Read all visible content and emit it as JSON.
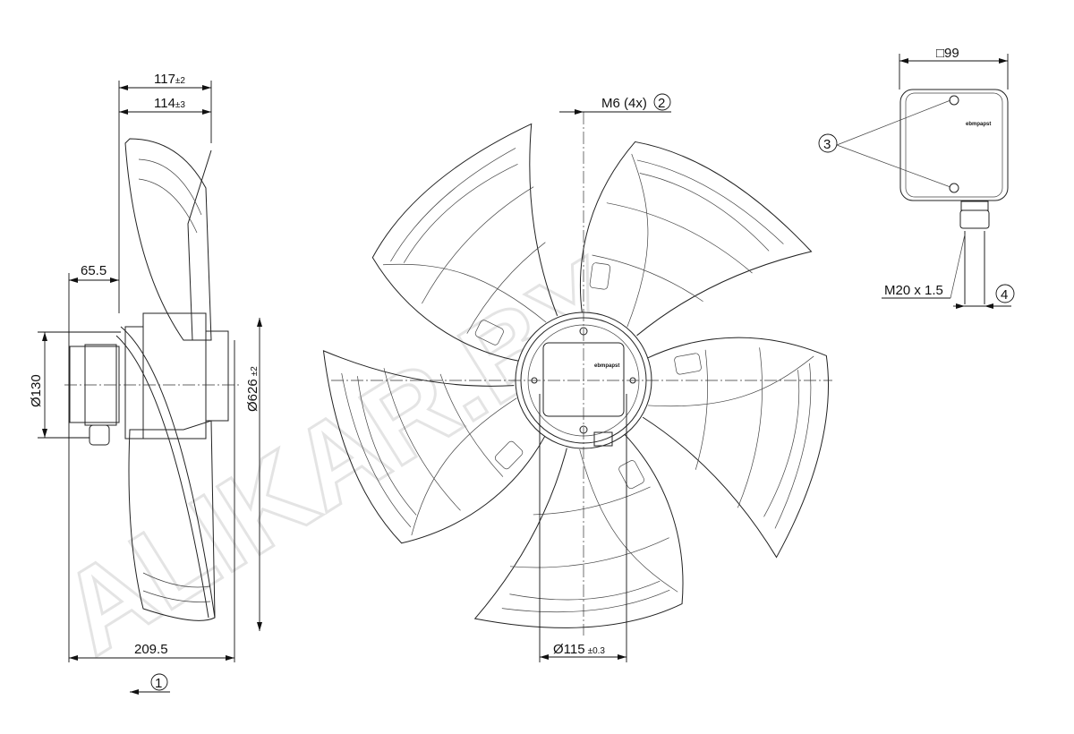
{
  "watermark": "ALIKAR.BY",
  "side_view": {
    "dim_overall_depth": "117",
    "dim_overall_depth_tol": "±2",
    "dim_blade_depth": "114",
    "dim_blade_depth_tol": "±3",
    "dim_box_offset": "65.5",
    "dim_box_diameter": "Ø130",
    "dim_fan_diameter": "Ø626",
    "dim_fan_diameter_tol": "±2",
    "dim_total_length": "209.5",
    "callout_airflow": "1"
  },
  "front_view": {
    "thread_label": "M6 (4x)",
    "callout_thread": "2",
    "dim_bolt_circle": "Ø115",
    "dim_bolt_circle_tol": "±0.3",
    "brand_mark": "ebmpapst"
  },
  "terminal_box": {
    "dim_square": "□99",
    "callout_screws": "3",
    "cable_gland": "M20 x 1.5",
    "callout_cable": "4",
    "brand_mark": "ebmpapst"
  }
}
